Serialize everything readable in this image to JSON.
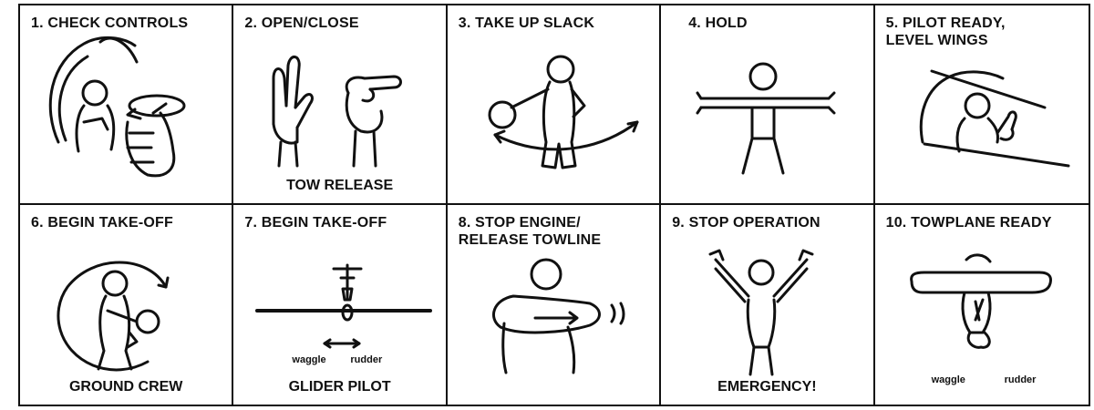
{
  "panels": [
    {
      "title": "1. CHECK CONTROLS",
      "caption": ""
    },
    {
      "title": "2. OPEN/CLOSE",
      "caption": "TOW RELEASE"
    },
    {
      "title": "3. TAKE UP SLACK",
      "caption": ""
    },
    {
      "title": "4. HOLD",
      "caption": ""
    },
    {
      "title": "5. PILOT READY,\nLEVEL WINGS",
      "caption": ""
    },
    {
      "title": "6. BEGIN TAKE-OFF",
      "caption": "GROUND CREW"
    },
    {
      "title": "7. BEGIN TAKE-OFF",
      "caption": "GLIDER PILOT",
      "labels": {
        "left": "waggle",
        "right": "rudder"
      }
    },
    {
      "title": "8. STOP ENGINE/\nRELEASE TOWLINE",
      "caption": ""
    },
    {
      "title": "9. STOP OPERATION",
      "caption": "EMERGENCY!"
    },
    {
      "title": "10. TOWPLANE READY",
      "caption": "",
      "labels": {
        "left": "waggle",
        "right": "rudder"
      }
    }
  ],
  "icons": [
    "cockpit-stick-hand-icon",
    "hand-gesture-icon",
    "person-swing-arm-icon",
    "person-arms-out-icon",
    "pilot-thumbs-up-icon",
    "person-circle-arm-icon",
    "glider-wing-icon",
    "person-horizontal-arm-icon",
    "person-crossed-arms-icon",
    "towplane-icon"
  ]
}
